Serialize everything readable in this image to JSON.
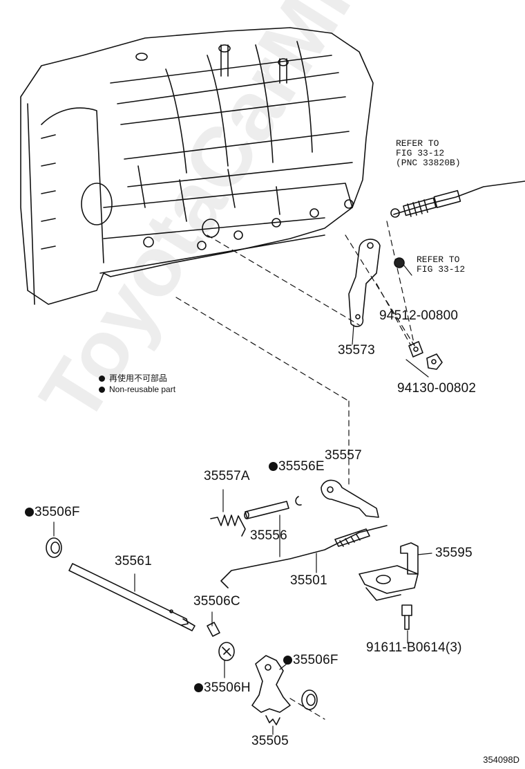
{
  "references": {
    "cable_ref": "REFER TO\nFIG 33-12\n(PNC 33820B)",
    "bolt_ref": "REFER TO\nFIG 33-12"
  },
  "legend": {
    "japanese": "再使用不可部品",
    "english": "Non-reusable part"
  },
  "parts": {
    "p94512": "94512-00800",
    "p35573": "35573",
    "p94130": "94130-00802",
    "p35557A": "35557A",
    "p35556E": "35556E",
    "p35557": "35557",
    "p35556": "35556",
    "p35506F_top": "35506F",
    "p35561": "35561",
    "p35501": "35501",
    "p35595": "35595",
    "p35506C": "35506C",
    "p91611": "91611-B0614(3)",
    "p35506F_bottom": "35506F",
    "p35506H": "35506H",
    "p35505": "35505"
  },
  "watermark": "ToyotaCarMin.ru",
  "figure_code": "354098D"
}
